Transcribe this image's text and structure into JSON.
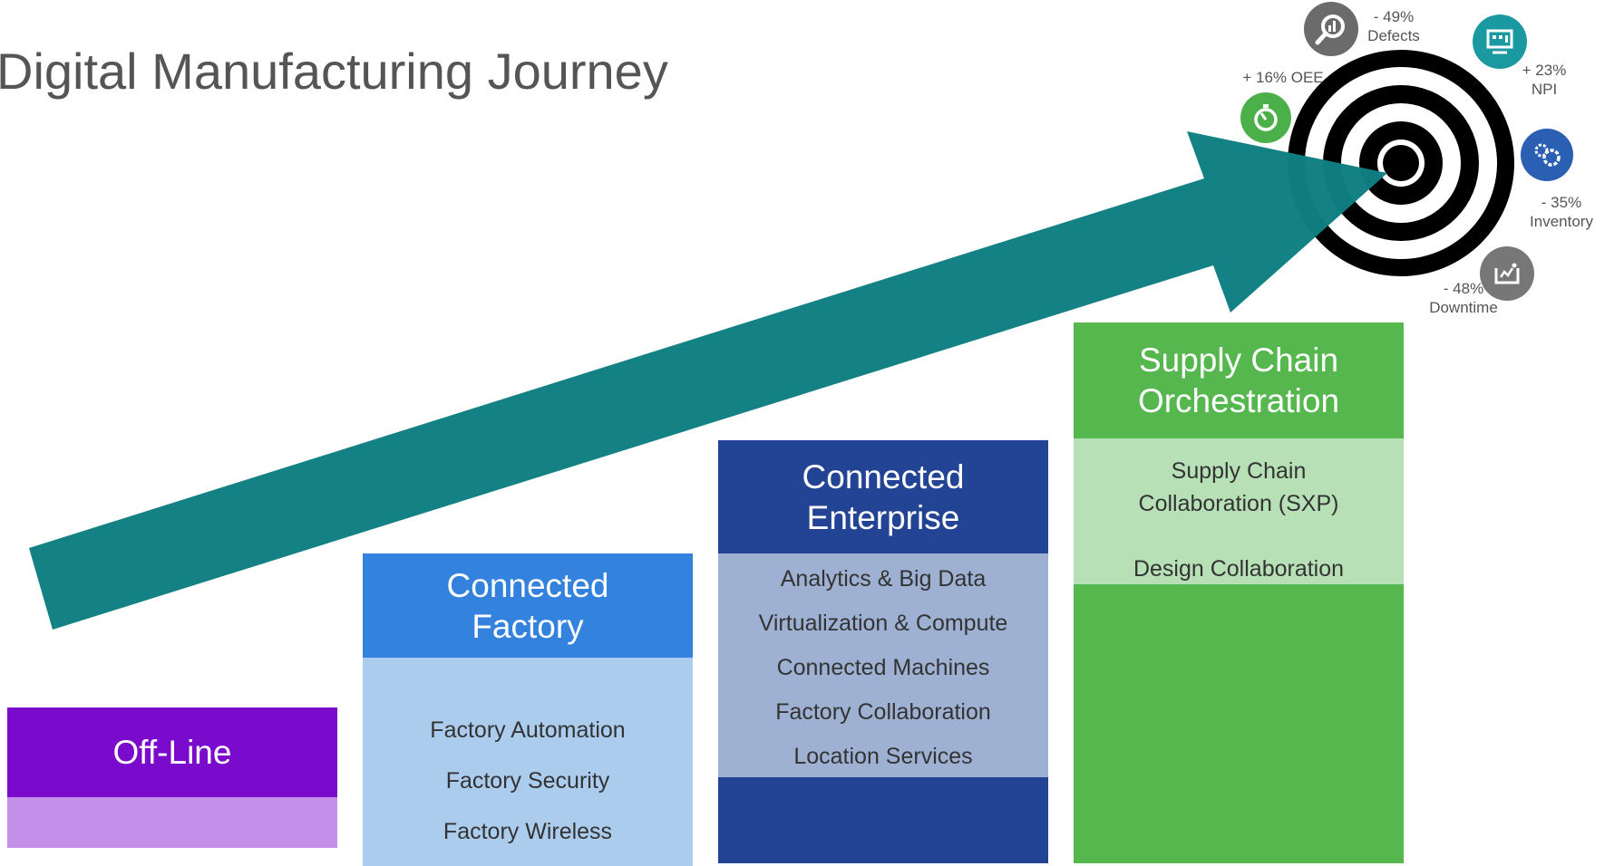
{
  "title": "Digital Manufacturing Journey",
  "columns": [
    {
      "id": "offline",
      "title": "Off-Line",
      "color": "#7a0acc",
      "body_color": "#c48fe8",
      "items": []
    },
    {
      "id": "factory",
      "title": "Connected Factory",
      "color": "#3282de",
      "body_color": "#acccee",
      "items": [
        "Factory Automation",
        "Factory Security",
        "Factory Wireless"
      ]
    },
    {
      "id": "enterprise",
      "title": "Connected Enterprise",
      "color": "#234494",
      "body_color": "#9fb1d3",
      "items": [
        "Analytics & Big Data",
        "Virtualization & Compute",
        "Connected Machines",
        "Factory Collaboration",
        "Location Services"
      ]
    },
    {
      "id": "supply",
      "title": "Supply Chain Orchestration",
      "color": "#55b74e",
      "body_color": "#b8e0b6",
      "items": [
        "Supply Chain Collaboration (SXP)",
        "Design Collaboration"
      ]
    }
  ],
  "arrow_color": "#0f7f82",
  "metrics": [
    {
      "value": "- 49%",
      "label": "Defects",
      "icon": "magnifier-chart-icon",
      "color": "#6b6b6b"
    },
    {
      "value": "+ 23%",
      "label": "NPI",
      "icon": "presentation-screen-icon",
      "color": "#1a9aa0"
    },
    {
      "value": "+ 16% OEE",
      "label": "",
      "icon": "stopwatch-icon",
      "color": "#4cb04a"
    },
    {
      "value": "- 35%",
      "label": "Inventory",
      "icon": "gears-icon",
      "color": "#2a5fb3"
    },
    {
      "value": "- 48%",
      "label": "Downtime",
      "icon": "spark-chart-icon",
      "color": "#777777"
    }
  ]
}
